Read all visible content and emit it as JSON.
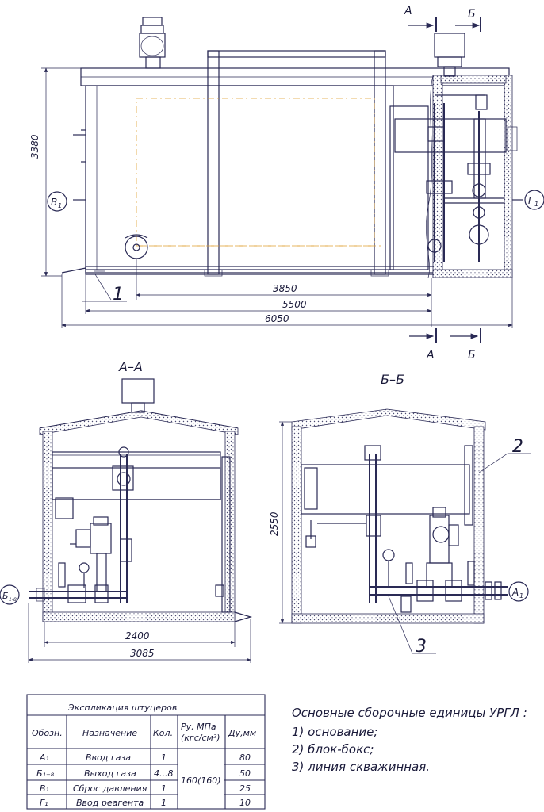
{
  "section_marks": {
    "a_top": "А",
    "b_top": "Б",
    "a_bottom": "А",
    "b_bottom": "Б"
  },
  "dimensions": {
    "height_main": "3380",
    "len_3850": "3850",
    "len_5500": "5500",
    "len_6050": "6050",
    "width_2400": "2400",
    "width_3085": "3085",
    "height_2550": "2550"
  },
  "callouts": {
    "v1": "В",
    "v1_sub": "1",
    "g1": "Г",
    "g1_sub": "1",
    "b18": "Б",
    "b18_sub": "1-8",
    "a1": "А",
    "a1_sub": "1",
    "pos1": "1",
    "pos2": "2",
    "pos3": "3"
  },
  "views": {
    "section_aa": "А–А",
    "section_bb": "Б–Б"
  },
  "table": {
    "title": "Экспликация штуцеров",
    "headers": {
      "designation": "Обозн.",
      "purpose": "Назначение",
      "qty": "Кол.",
      "pressure_l1": "Ру, МПа",
      "pressure_l2": "(кгс/см²)",
      "dn": "Ду,мм"
    },
    "rows": [
      {
        "designation": "А₁",
        "purpose": "Ввод газа",
        "qty": "1",
        "dn": "80"
      },
      {
        "designation": "Б₁₋₈",
        "purpose": "Выход газа",
        "qty": "4...8",
        "dn": "50"
      },
      {
        "designation": "В₁",
        "purpose": "Сброс давления",
        "qty": "1",
        "dn": "25"
      },
      {
        "designation": "Г₁",
        "purpose": "Ввод реагента",
        "qty": "1",
        "dn": "10"
      }
    ],
    "pressure_value": "160(160)"
  },
  "notes": {
    "heading": "Основные сборочные единицы УРГЛ :",
    "items": [
      "1) основание;",
      "2) блок-бокс;",
      "3) линия скважинная."
    ]
  }
}
